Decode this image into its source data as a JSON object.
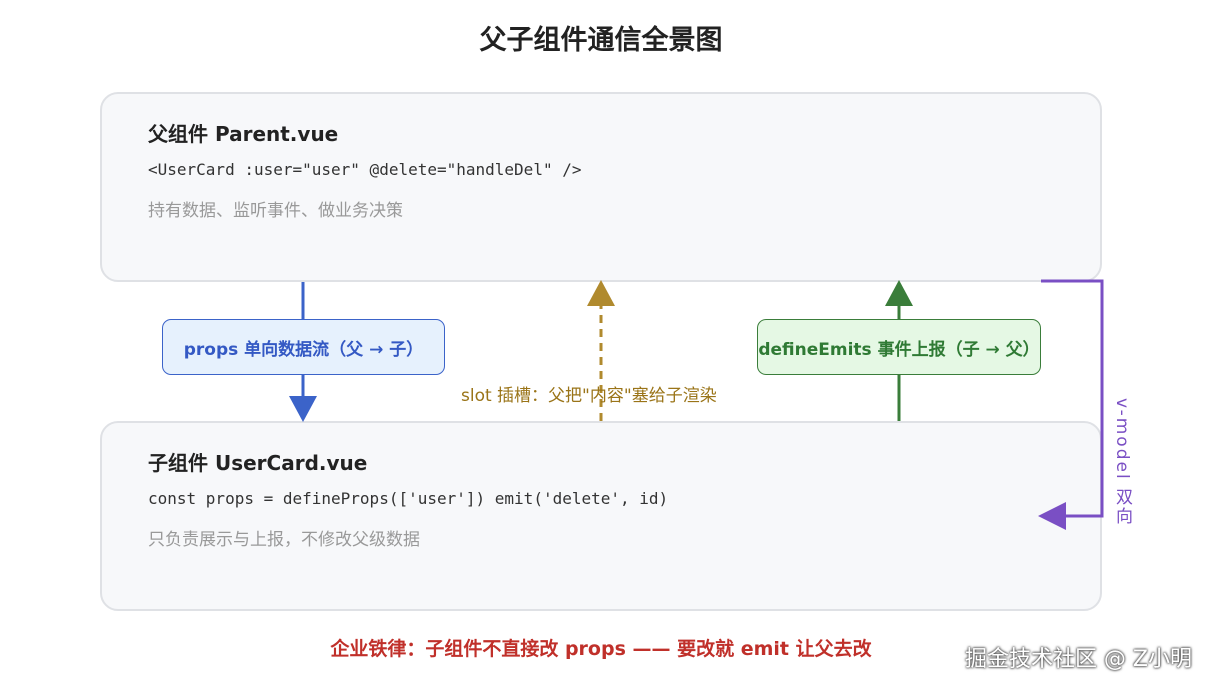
{
  "title": "父子组件通信全景图",
  "parent": {
    "title": "父组件 Parent.vue",
    "code": "<UserCard :user=\"user\" @delete=\"handleDel\" />",
    "description": "持有数据、监听事件、做业务决策"
  },
  "child": {
    "title": "子组件 UserCard.vue",
    "code": "const props = defineProps(['user']) emit('delete', id)",
    "description": "只负责展示与上报，不修改父级数据"
  },
  "connections": {
    "props": {
      "label": "props 单向数据流（父 → 子）",
      "color": "#3b63c9"
    },
    "slot": {
      "label": "slot 插槽：父把\"内容\"塞给子渲染",
      "color": "#b08a2e"
    },
    "emits": {
      "label": "defineEmits 事件上报（子 → 父）",
      "color": "#3a7d3a"
    },
    "vmodel": {
      "label": "v-model 双向",
      "color": "#7a4fc4"
    }
  },
  "rule": "企业铁律：子组件不直接改 props —— 要改就 emit 让父去改",
  "watermark": "掘金技术社区 @ Z小明"
}
